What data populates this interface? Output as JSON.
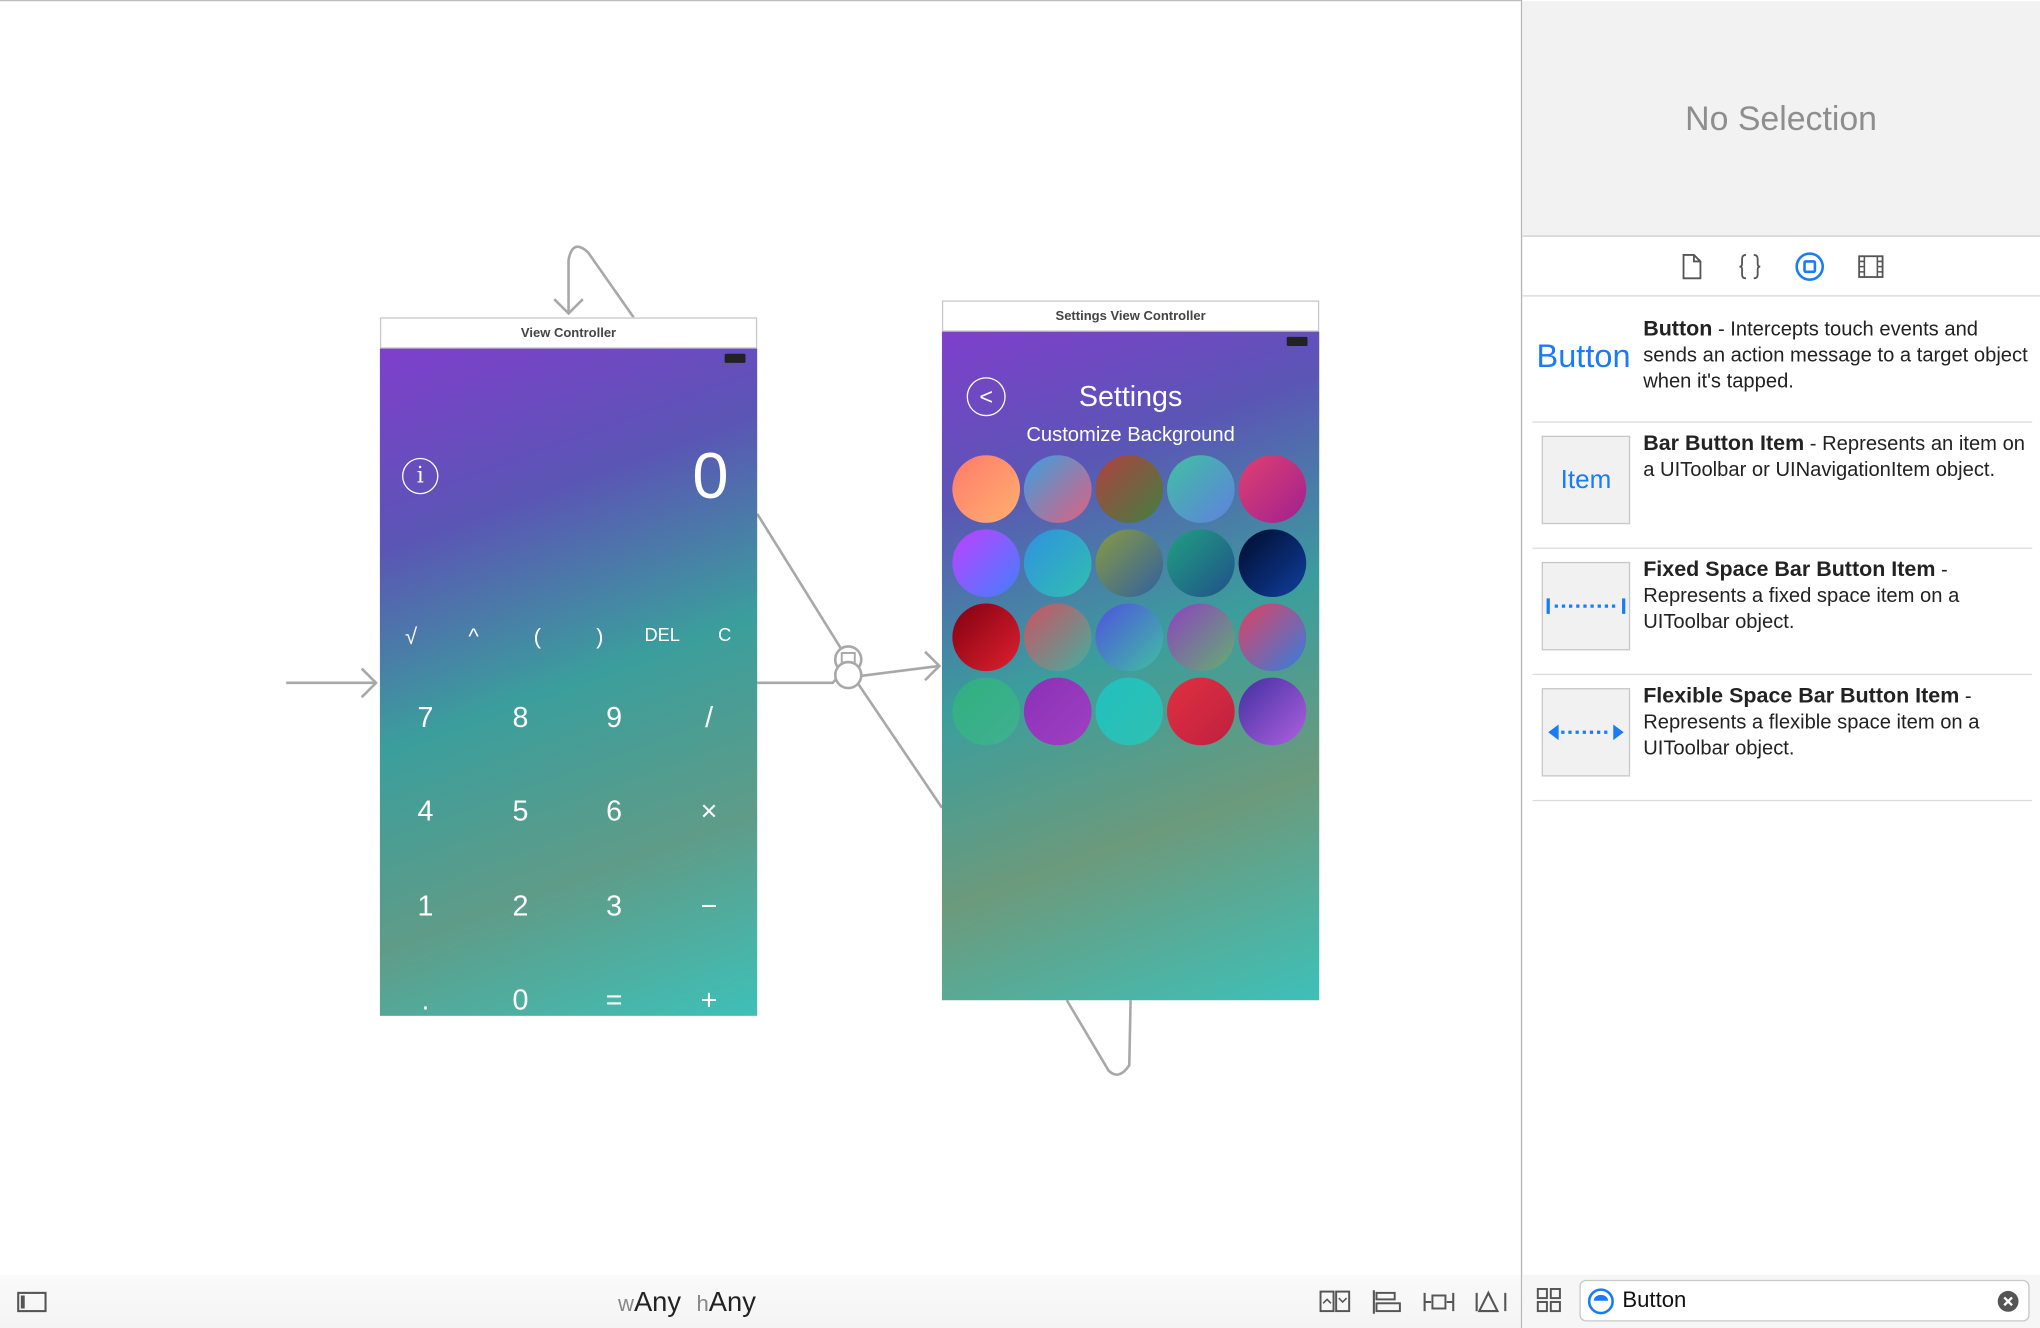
{
  "inspector": {
    "no_selection": "No Selection"
  },
  "library": {
    "tabs": [
      "file-icon",
      "braces-icon",
      "object-icon",
      "media-icon"
    ],
    "items": [
      {
        "thumb": "Button",
        "title": "Button",
        "desc": " - Intercepts touch events and sends an action message to a target object when it's tapped."
      },
      {
        "thumb": "Item",
        "title": "Bar Button Item",
        "desc": " - Represents an item on a UIToolbar or UINavigationItem object."
      },
      {
        "thumb": "",
        "title": "Fixed Space Bar Button Item",
        "desc": " - Represents a fixed space item on a UIToolbar object."
      },
      {
        "thumb": "",
        "title": "Flexible Space Bar Button Item",
        "desc": " - Represents a flexible space item on a UIToolbar object."
      }
    ],
    "search_value": "Button"
  },
  "scenes": {
    "calc": {
      "title": "View Controller",
      "display": "0",
      "info_glyph": "i",
      "row_func": [
        "√",
        "^",
        "(",
        ")",
        "DEL",
        "C"
      ],
      "rows": [
        [
          "7",
          "8",
          "9",
          "/"
        ],
        [
          "4",
          "5",
          "6",
          "×"
        ],
        [
          "1",
          "2",
          "3",
          "−"
        ],
        [
          ".",
          "0",
          "=",
          "+"
        ]
      ]
    },
    "settings": {
      "title": "Settings View Controller",
      "heading": "Settings",
      "subheading": "Customize Background",
      "back_glyph": "<"
    }
  },
  "bottom": {
    "w_prefix": "w",
    "w_value": "Any",
    "h_prefix": "h",
    "h_value": "Any"
  },
  "colors": {
    "accent": "#1a7cf5"
  }
}
